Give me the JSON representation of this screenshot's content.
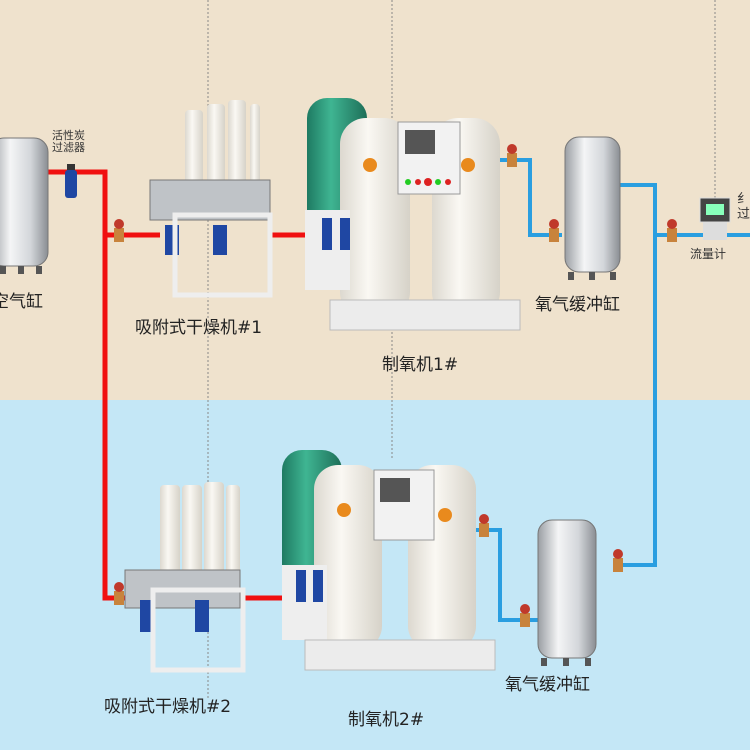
{
  "labels": {
    "air_tank": "空气缸",
    "carbon_filter_line1": "活性炭",
    "carbon_filter_line2": "过滤器",
    "dryer_1": "吸附式干燥机#1",
    "dryer_2": "吸附式干燥机#2",
    "generator_1": "制氧机1#",
    "generator_2": "制氧机2#",
    "buffer_tank_1": "氧气缓冲缸",
    "buffer_tank_2": "氧气缓冲缸",
    "flow_meter": "流量计",
    "edge_label_line1": "纟",
    "edge_label_line2": "过"
  },
  "colors": {
    "top_bg": "#efe2cd",
    "bottom_bg": "#c4e7f6",
    "air_pipe": "#f01010",
    "oxygen_pipe": "#2a9ee0"
  }
}
